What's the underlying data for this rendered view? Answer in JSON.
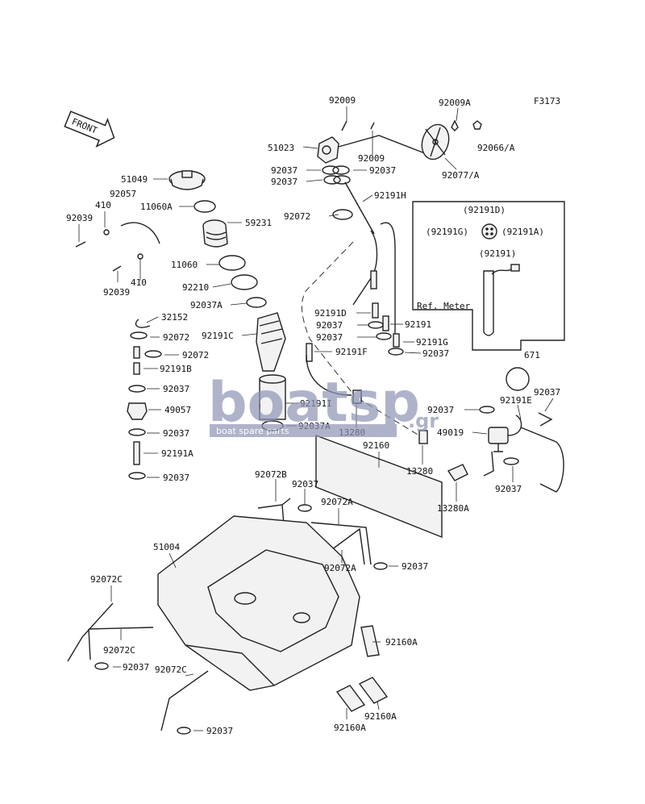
{
  "figure_code": "F3173",
  "front_label": "FRONT",
  "ref_meter_label": "Ref. Meter",
  "watermark": {
    "brand": "boatsp",
    "suffix": ".gr",
    "tagline": "boat spare parts",
    "color": "#8e93b5"
  },
  "labels": {
    "p92009_top": "92009",
    "p92009A": "92009A",
    "p51023": "51023",
    "p92009_mid": "92009",
    "p92066A": "92066/A",
    "p92037_a": "92037",
    "p92037_b": "92037",
    "p92037_c": "92037",
    "p92077A": "92077/A",
    "p92191H": "92191H",
    "p51049": "51049",
    "p92057": "92057",
    "p410_a": "410",
    "p11060A": "11060A",
    "p92039_a": "92039",
    "p59231": "59231",
    "p92072_a": "92072",
    "p11060": "11060",
    "p92039_b": "92039",
    "p410_b": "410",
    "p92210": "92210",
    "p92037A_a": "92037A",
    "p32152": "32152",
    "p92072_b": "92072",
    "p92191C": "92191C",
    "p92072_c": "92072",
    "p92191B": "92191B",
    "p92037_d": "92037",
    "p49057": "49057",
    "p92037_e": "92037",
    "p92191A": "92191A",
    "p92037_f": "92037",
    "p92191D_box": "(92191D)",
    "p92191G_box": "(92191G)",
    "p92191A_box": "(92191A)",
    "p92191_box": "(92191)",
    "p92191D": "92191D",
    "p92037_g": "92037",
    "p92191": "92191",
    "p92037_h": "92037",
    "p92191G": "92191G",
    "p92191F": "92191F",
    "p92037_i": "92037",
    "p671": "671",
    "p92191I": "92191I",
    "p92037A_b": "92037A",
    "p13280_a": "13280",
    "p92037_j": "92037",
    "p92191E": "92191E",
    "p92037_k": "92037",
    "p49019": "49019",
    "p92160": "92160",
    "p13280_b": "13280",
    "p92037_l": "92037",
    "p13280A": "13280A",
    "p92072B": "92072B",
    "p92037_m": "92037",
    "p92072A_a": "92072A",
    "p51004": "51004",
    "p92072A_b": "92072A",
    "p92037_n": "92037",
    "p92072C_a": "92072C",
    "p92160A_a": "92160A",
    "p92072C_b": "92072C",
    "p92037_o": "92037",
    "p92072C_c": "92072C",
    "p92160A_b": "92160A",
    "p92160A_c": "92160A",
    "p92037_p": "92037"
  }
}
